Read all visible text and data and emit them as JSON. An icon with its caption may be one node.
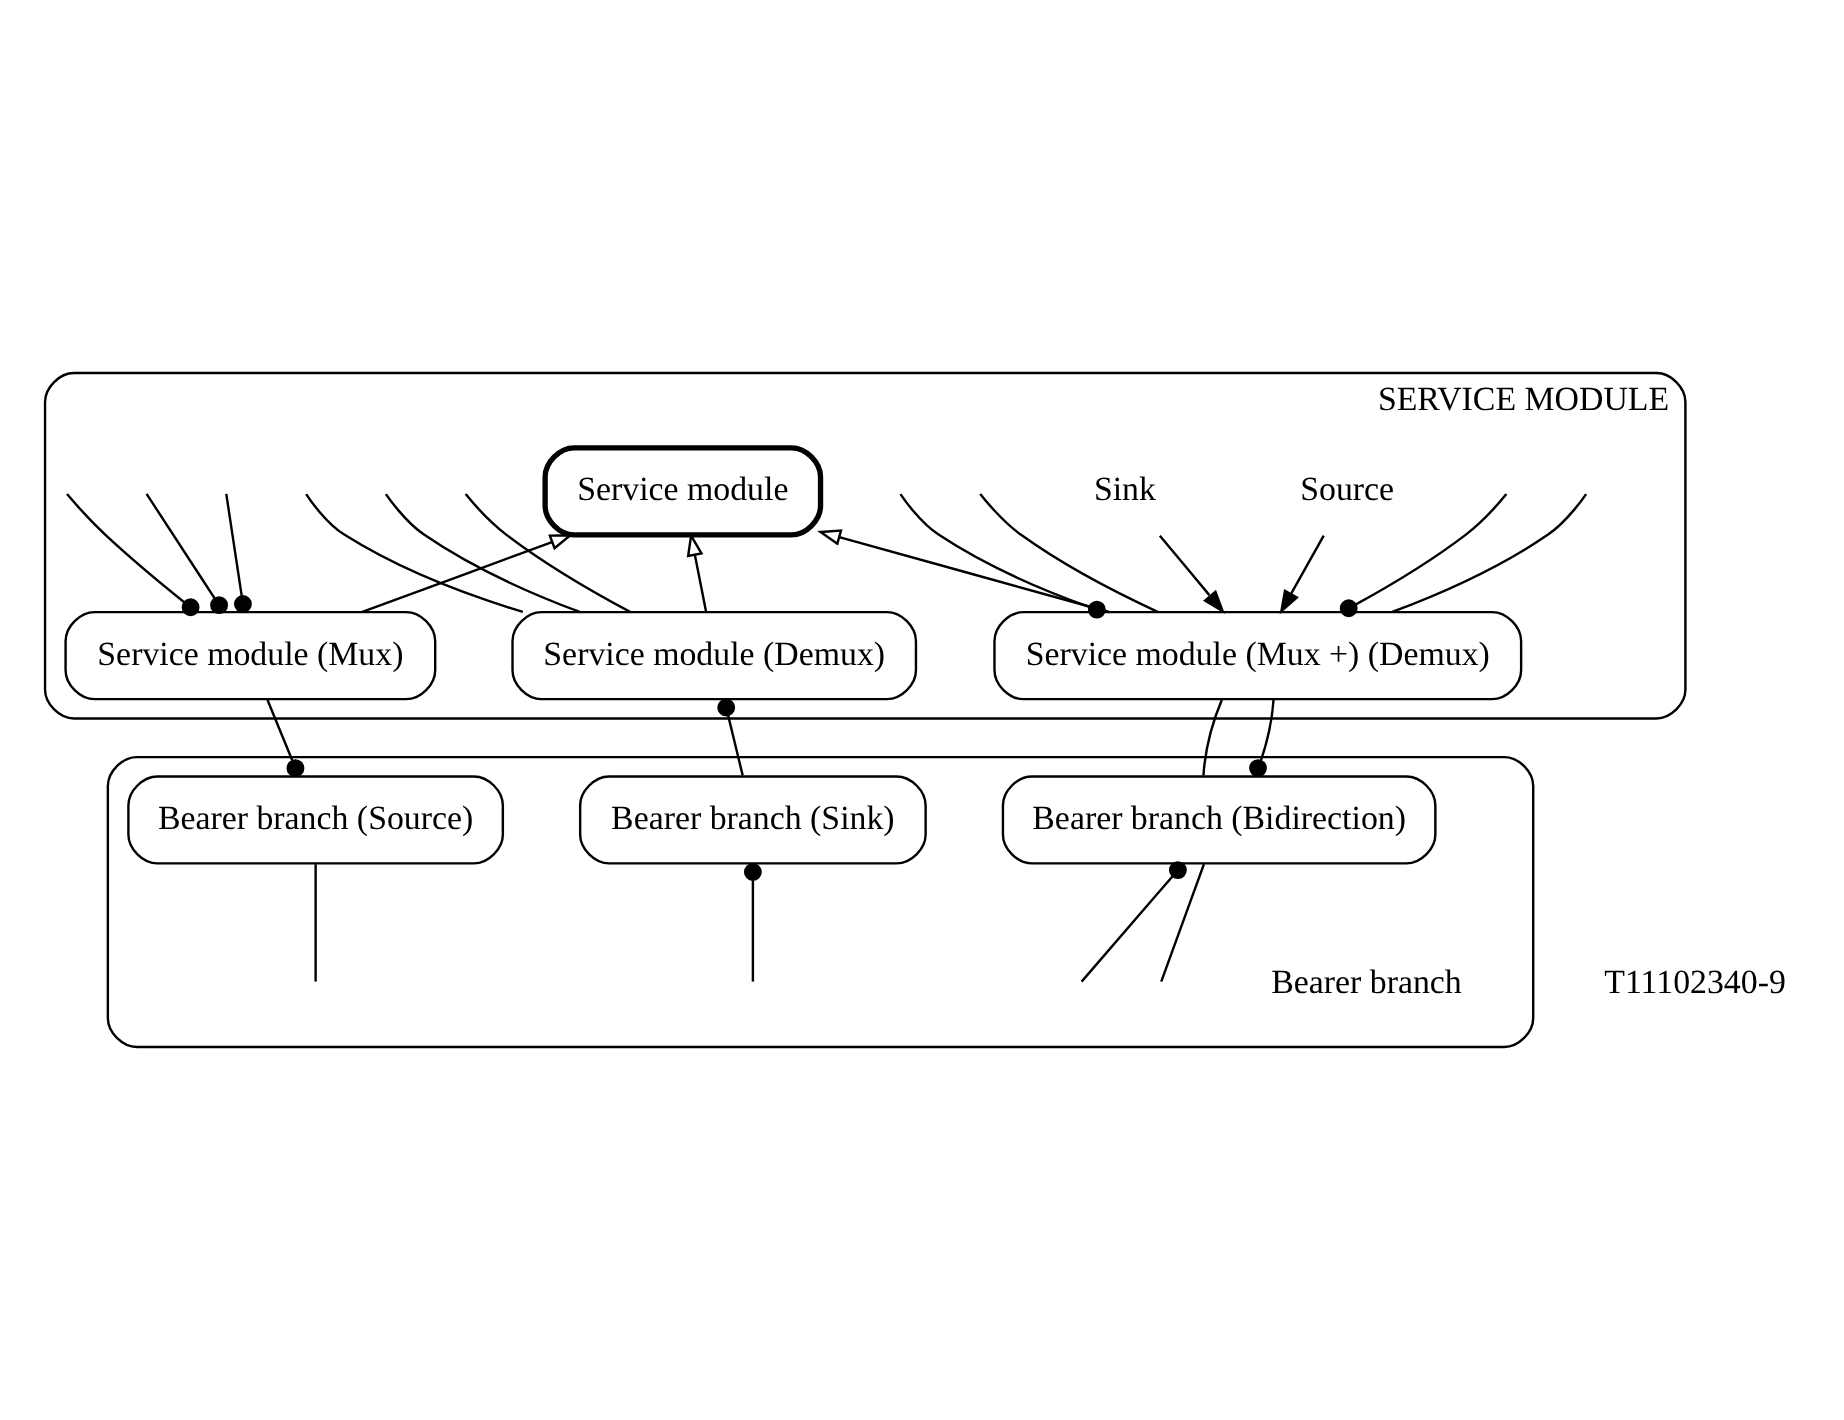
{
  "diagram": {
    "nodes": [
      {
        "text": [
          "SERVICE MODULE"
        ]
      },
      {
        "text": [
          "Service module"
        ],
        "in": 0
      },
      {
        "text": [
          "Service module (Mux)"
        ],
        "in": 0
      },
      {
        "text": [
          "Service module (Demux)"
        ],
        "in": 0
      },
      {
        "text": [
          "Service module (Mux +) (Demux)"
        ],
        "in": 0
      },
      {
        "text": [],
        "shape": "box"
      },
      {
        "text": [
          "Bearer branch (Source)"
        ],
        "in": 5
      },
      {
        "text": [
          "Bearer branch (Sink)"
        ],
        "in": 5
      },
      {
        "text": [
          "Bearer branch (Bidirection)"
        ],
        "in": 5
      },
      {
        "text": [
          "Source"
        ],
        "in": 0
      },
      {
        "text": [
          "Sink"
        ],
        "in": 0
      }
    ],
    "edges": [
      {
        "from": 2,
        "to": 1,
        "arrow": "to"
      },
      {
        "from": 3,
        "to": 1,
        "arrow": "to"
      },
      {
        "from": 4,
        "to": 1,
        "arrow": "to"
      },
      {
        "from": null,
        "to": 2,
        "arrow": "other"
      },
      {
        "from": null,
        "to": 2,
        "arrow": "other"
      },
      {
        "from": null,
        "to": 2,
        "arrow": "other"
      },
      {
        "from": null,
        "to": 3,
        "arrow": "none"
      },
      {
        "from": null,
        "to": 3,
        "arrow": "none"
      },
      {
        "from": null,
        "to": 3,
        "arrow": "none"
      },
      {
        "from": 9,
        "to": 4,
        "arrow": "to"
      },
      {
        "from": null,
        "to": 4,
        "arrow": "none"
      },
      {
        "from": null,
        "to": 4,
        "arrow": "other"
      },
      {
        "from": null,
        "to": 4,
        "arrow": "none"
      },
      {
        "from": null,
        "to": 4,
        "arrow": "other"
      },
      {
        "from": 10,
        "to": 4,
        "arrow": "to"
      },
      {
        "from": 2,
        "to": 6,
        "arrow": "other"
      },
      {
        "from": 7,
        "to": 3,
        "arrow": "other"
      },
      {
        "from": 4,
        "to": 8,
        "arrow": "none"
      },
      {
        "from": 4,
        "to": 8,
        "arrow": "other"
      },
      {
        "from": 6,
        "to": null,
        "arrow": "none"
      },
      {
        "from": null,
        "to": 7,
        "arrow": "other"
      },
      {
        "from": null,
        "to": 8,
        "arrow": "other"
      },
      {
        "from": 8,
        "to": null,
        "arrow": "none"
      }
    ],
    "labels": [
      "Bearer branch",
      "T11102340-9"
    ]
  }
}
